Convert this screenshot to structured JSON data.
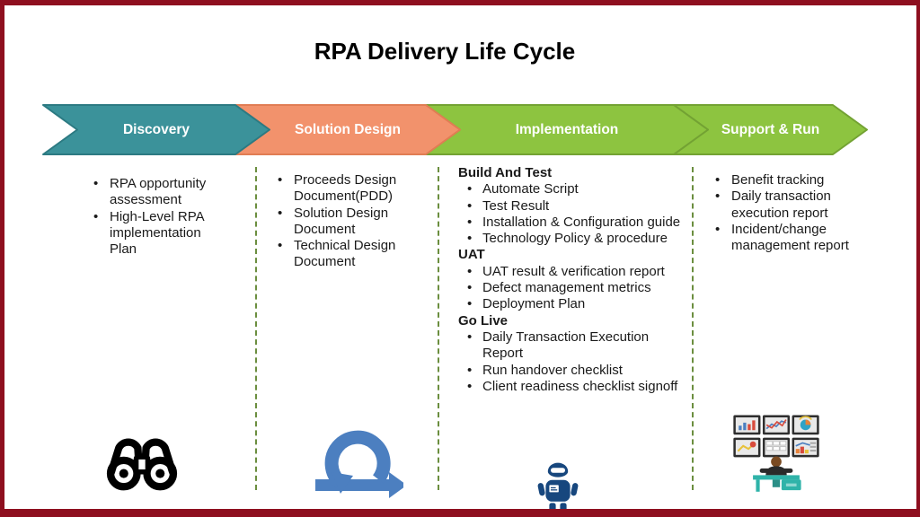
{
  "slide": {
    "title": "RPA Delivery Life Cycle"
  },
  "colors": {
    "frame_border": "#8e0f1f",
    "divider_green": "#6b8e3f",
    "agile_icon_blue": "#4c7fc0",
    "robot_icon_blue": "#17477e",
    "desk_teal": "#2fb3a9"
  },
  "phases": [
    {
      "label": "Discovery",
      "color": "#3b929a",
      "border_color": "#2c7a82",
      "icon": "binoculars-icon",
      "sections": [
        {
          "header": "",
          "items": [
            "RPA opportunity assessment",
            "High-Level RPA implementation Plan"
          ]
        }
      ]
    },
    {
      "label": "Solution Design",
      "color": "#f2926c",
      "border_color": "#e17d54",
      "icon": "agile-loop-icon",
      "sections": [
        {
          "header": "",
          "items": [
            "Proceeds Design Document(PDD)",
            "Solution Design Document",
            "Technical Design Document"
          ]
        }
      ]
    },
    {
      "label": "Implementation",
      "color": "#8dc440",
      "border_color": "#73a233",
      "icon": "robot-icon",
      "sections": [
        {
          "header": "Build And Test",
          "items": [
            "Automate Script",
            "Test Result",
            "Installation & Configuration guide",
            "Technology Policy & procedure"
          ]
        },
        {
          "header": "UAT",
          "items": [
            "UAT result & verification report",
            "Defect management metrics",
            "Deployment Plan"
          ]
        },
        {
          "header": "Go Live",
          "items": [
            "Daily Transaction Execution Report",
            "Run handover checklist",
            "Client readiness checklist signoff"
          ]
        }
      ]
    },
    {
      "label": "Support & Run",
      "color": "#8dc440",
      "border_color": "#73a233",
      "icon": "monitoring-dashboard-icon",
      "sections": [
        {
          "header": "",
          "items": [
            "Benefit tracking",
            "Daily transaction execution report",
            "Incident/change management report"
          ]
        }
      ]
    }
  ]
}
